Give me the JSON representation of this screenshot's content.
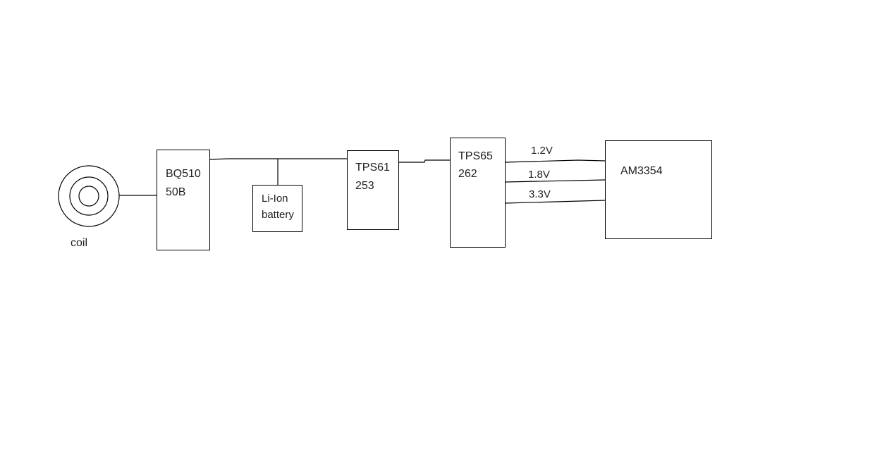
{
  "canvas": {
    "background": "#ffffff",
    "stroke_color": "#000000",
    "text_color": "#1f1f1f"
  },
  "diagram": {
    "coil": {
      "label": "coil"
    },
    "charger": {
      "line1": "BQ510",
      "line2": "50B"
    },
    "battery": {
      "line1": "Li-Ion",
      "line2": "battery"
    },
    "boost": {
      "line1": "TPS61",
      "line2": "253"
    },
    "pmic": {
      "line1": "TPS65",
      "line2": "262"
    },
    "processor": {
      "label": "AM3354"
    },
    "rails": {
      "rail1": "1.2V",
      "rail2": "1.8V",
      "rail3": "3.3V"
    }
  }
}
